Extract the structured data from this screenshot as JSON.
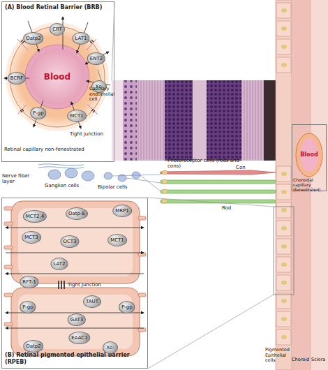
{
  "diagram": {
    "nodes": [
      {
        "text": [
          "(A) Blood Retinal Barrier (BRB)"
        ]
      },
      {
        "text": [
          "Blood"
        ],
        "in": 0
      },
      {
        "text": [
          "Oatp2"
        ],
        "in": 0
      },
      {
        "text": [
          "CRT"
        ],
        "in": 0
      },
      {
        "text": [
          "LAT1"
        ],
        "in": 0
      },
      {
        "text": [
          "ENT2"
        ],
        "in": 0
      },
      {
        "text": [
          "BCRF"
        ],
        "in": 0
      },
      {
        "text": [
          "Xc-"
        ],
        "in": 0
      },
      {
        "text": [
          "P-gp"
        ],
        "in": 0
      },
      {
        "text": [
          "MCT1"
        ],
        "in": 0
      },
      {
        "text": [
          "(B) Retinal pigmented epithelial barrier (RPEB)"
        ]
      },
      {
        "text": [
          "MCT2,4"
        ],
        "in": 10
      },
      {
        "text": [
          "Oatp-E"
        ],
        "in": 10
      },
      {
        "text": [
          "MRP1"
        ],
        "in": 10
      },
      {
        "text": [
          "MCT3"
        ],
        "in": 10
      },
      {
        "text": [
          "OCT3"
        ],
        "in": 10
      },
      {
        "text": [
          "MCT1"
        ],
        "in": 10
      },
      {
        "text": [
          "LAT2"
        ],
        "in": 10
      },
      {
        "text": [
          "RFT-1"
        ],
        "in": 10
      },
      {
        "text": [
          "P-gp"
        ],
        "in": 10
      },
      {
        "text": [
          "TAUT"
        ],
        "in": 10
      },
      {
        "text": [
          "P-gp"
        ],
        "in": 10
      },
      {
        "text": [
          "GAT3"
        ],
        "in": 10
      },
      {
        "text": [
          "EAAC1"
        ],
        "in": 10
      },
      {
        "text": [
          "Oatp2"
        ],
        "in": 10
      },
      {
        "text": [
          "Xc-"
        ],
        "in": 10
      },
      {
        "text": [
          "Blood"
        ]
      }
    ],
    "labels": [
      "Capillary endothelial cell",
      "Tight junction",
      "Retinal capillary non-fenestrated",
      "Nerve fiber layer",
      "Ganglion cells",
      "Bipolar cells",
      "Photoreceptor cells (rods and cons)",
      "Con",
      "Rod",
      "Choroidal capillary (fenestrated)",
      "Tight Junction",
      "Pigmented Epithelial cells",
      "Choroid",
      "Sclera"
    ]
  }
}
